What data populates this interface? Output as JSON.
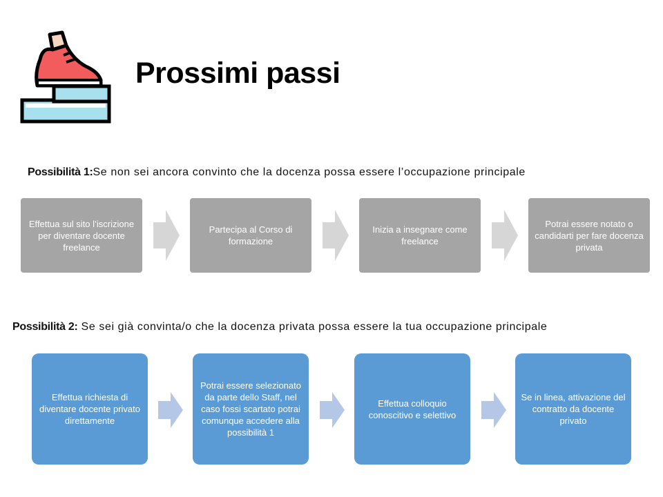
{
  "title": "Prossimi passi",
  "logo_icon": "shoe-climbing-stairs-icon",
  "option1": {
    "label": "Possibilità 1:",
    "text": "Se non sei ancora convinto che la docenza possa essere l’occupazione principale",
    "steps": [
      "Effettua sul sito l’iscrizione per diventare docente freelance",
      "Partecipa al Corso di formazione",
      "Inizia a insegnare come freelance",
      "Potrai essere notato o candidarti per fare docenza privata"
    ]
  },
  "option2": {
    "label": "Possibilità 2:",
    "text": "Se sei già convinta/o che la docenza privata possa essere la tua occupazione principale",
    "steps": [
      "Effettua richiesta di diventare docente privato direttamente",
      "Potrai essere selezionato da parte dello Staff, nel caso fossi scartato potrai comunque accedere alla possibilità 1",
      "Effettua colloquio conoscitivo e selettivo",
      "Se in linea, attivazione del contratto da docente privato"
    ]
  },
  "colors": {
    "row1_box": "#a5a5a5",
    "row1_arrow": "#d6d6d6",
    "row2_box": "#5b9bd5",
    "row2_arrow": "#b4c7e7"
  }
}
